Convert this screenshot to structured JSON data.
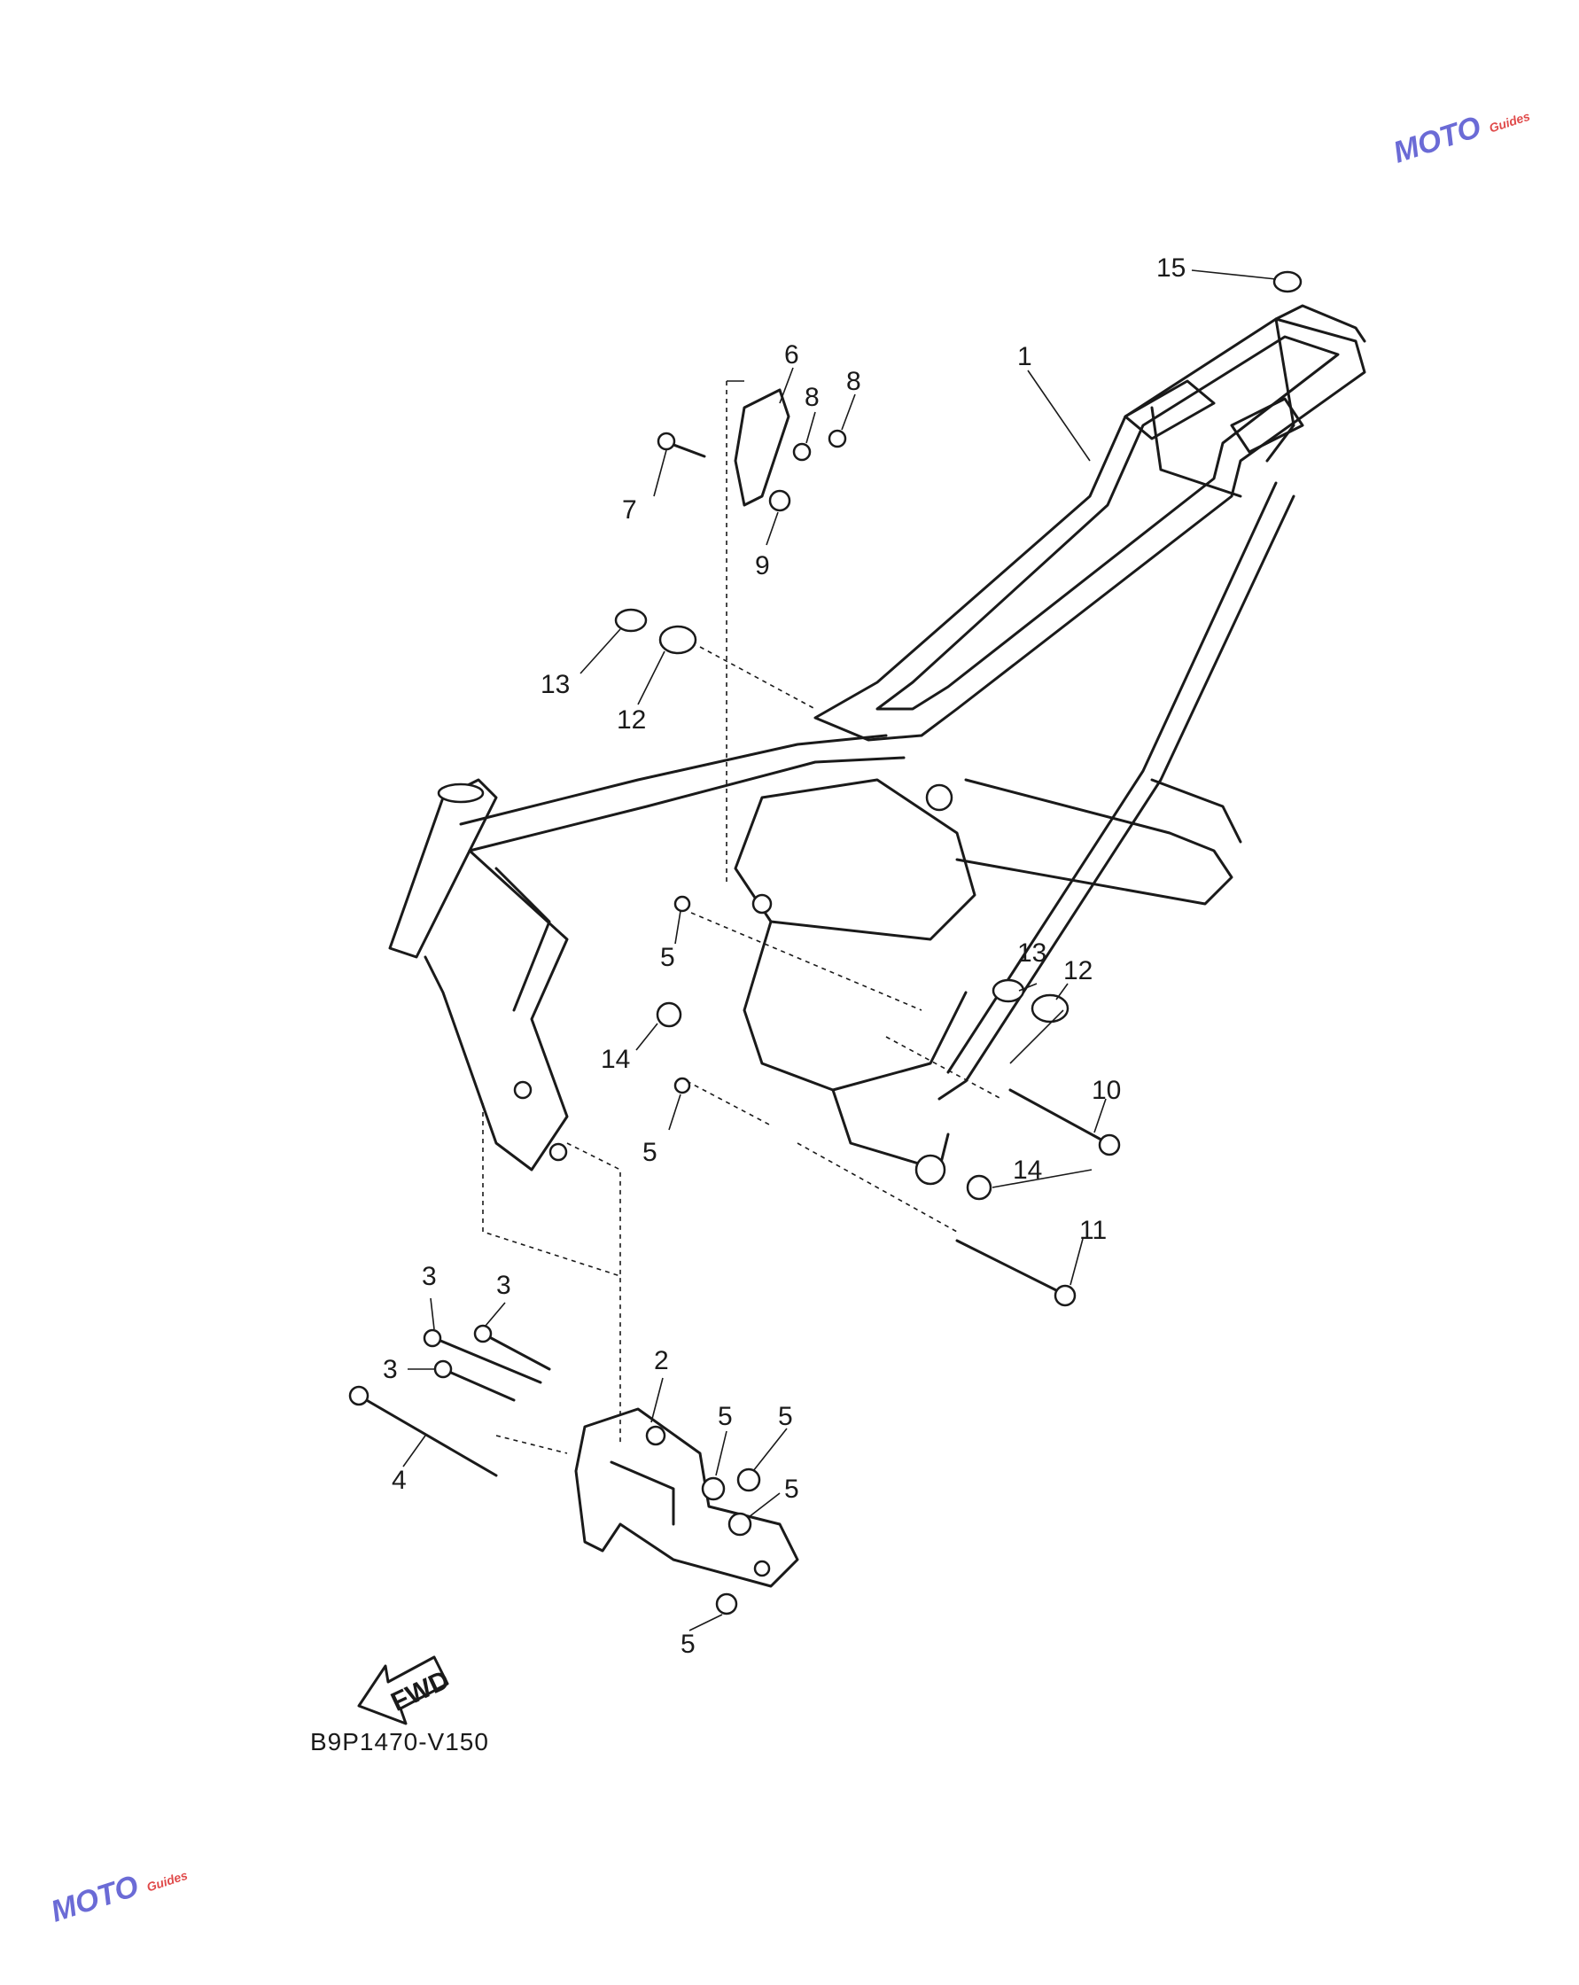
{
  "diagram": {
    "code_label": "B9P1470-V150",
    "fwd_label": "FWD",
    "watermark_text": "MOTO",
    "watermark_sub": "Guides",
    "callouts": [
      "1",
      "2",
      "3",
      "3",
      "3",
      "4",
      "5",
      "5",
      "5",
      "5",
      "5",
      "5",
      "6",
      "7",
      "8",
      "8",
      "9",
      "10",
      "11",
      "12",
      "12",
      "13",
      "13",
      "14",
      "14",
      "15"
    ]
  },
  "colors": {
    "ink": "#1a1a1a",
    "watermark": "#6b6bd6",
    "watermark_accent": "#e04a4a"
  }
}
